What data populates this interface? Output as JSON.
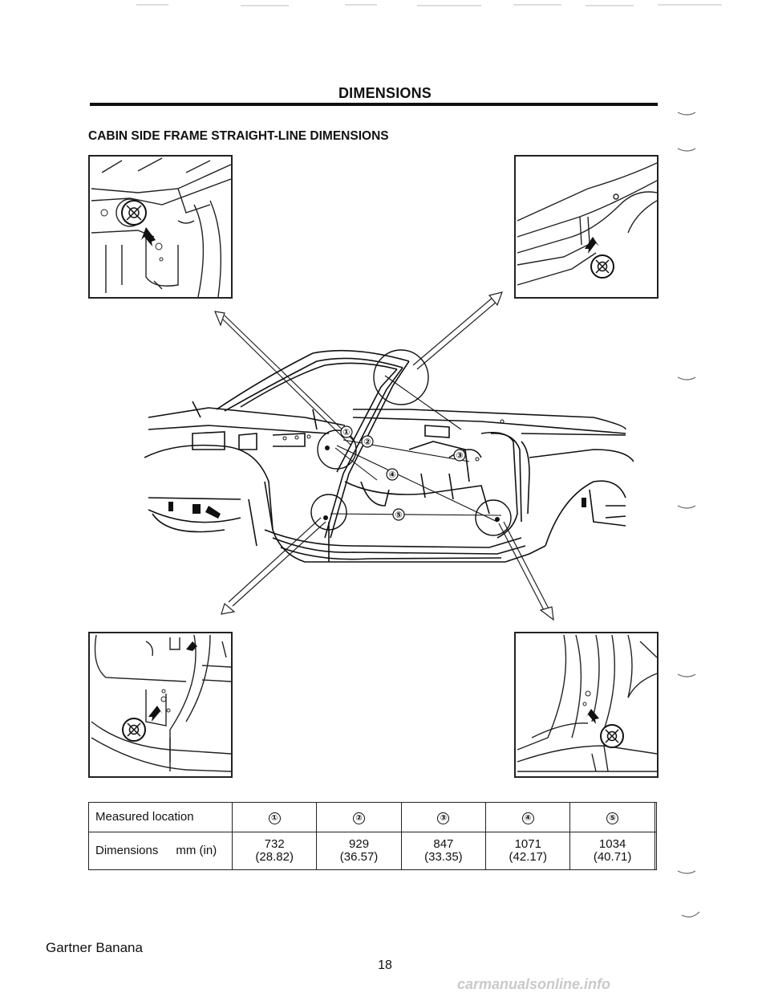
{
  "document": {
    "heading": "DIMENSIONS",
    "subheading": "CABIN SIDE FRAME STRAIGHT-LINE DIMENSIONS"
  },
  "diagram": {
    "points": [
      "①",
      "②",
      "③",
      "④",
      "⑤"
    ],
    "panels": [
      {
        "position": "top-left",
        "marker": "⊗"
      },
      {
        "position": "top-right",
        "marker": "⊗"
      },
      {
        "position": "bottom-left",
        "marker": "⊗"
      },
      {
        "position": "bottom-right",
        "marker": "⊗"
      }
    ]
  },
  "table": {
    "row1_label": "Measured location",
    "row2_label": "Dimensions",
    "row2_unit": "mm (in)",
    "columns": [
      {
        "location": "①",
        "mm": "732",
        "inch": "(28.82)"
      },
      {
        "location": "②",
        "mm": "929",
        "inch": "(36.57)"
      },
      {
        "location": "③",
        "mm": "847",
        "inch": "(33.35)"
      },
      {
        "location": "④",
        "mm": "1071",
        "inch": "(42.17)"
      },
      {
        "location": "⑤",
        "mm": "1034",
        "inch": "(40.71)"
      }
    ]
  },
  "footer": {
    "left": "Gartner Banana",
    "page_number": "18"
  },
  "watermark": "carmanualsonline.info"
}
